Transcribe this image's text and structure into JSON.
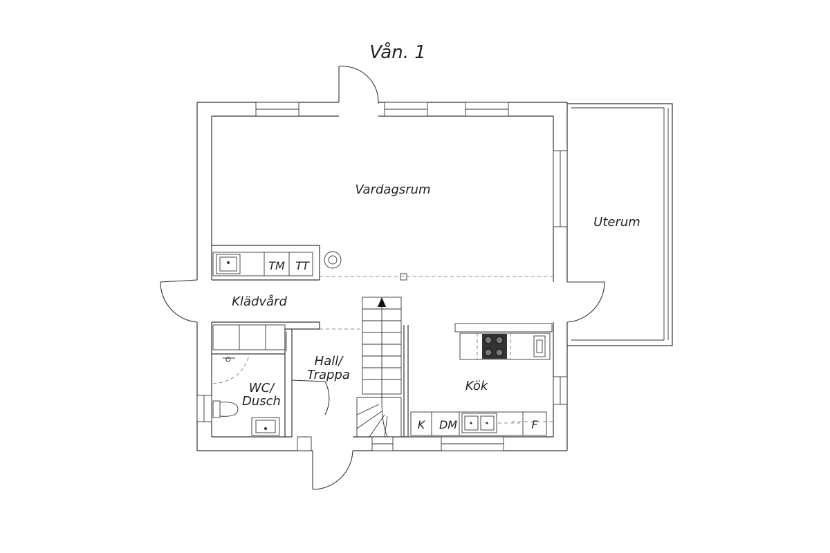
{
  "title": "Vån. 1",
  "rooms": {
    "vardagsrum": "Vardagsrum",
    "uterum": "Uterum",
    "kladvard": "Klädvård",
    "hall_line1": "Hall/",
    "hall_line2": "Trappa",
    "wc_line1": "WC/",
    "wc_line2": "Dusch",
    "kok": "Kök"
  },
  "appliances": {
    "tm": "TM",
    "tt": "TT",
    "k": "K",
    "dm": "DM",
    "f": "F"
  }
}
